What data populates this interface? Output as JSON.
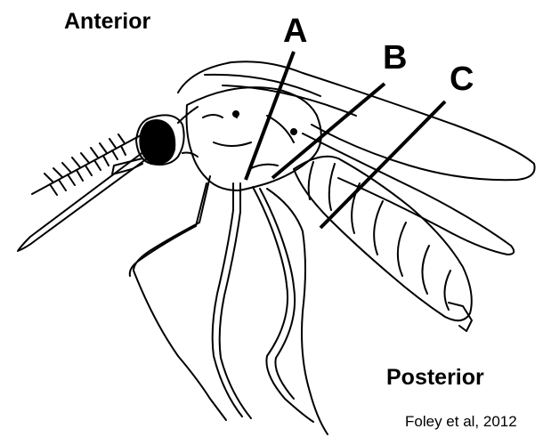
{
  "labels": {
    "anterior": "Anterior",
    "posterior": "Posterior",
    "a": "A",
    "b": "B",
    "c": "C",
    "credit": "Foley et al, 2012"
  },
  "colors": {
    "ink": "#000000",
    "paper": "#ffffff"
  }
}
